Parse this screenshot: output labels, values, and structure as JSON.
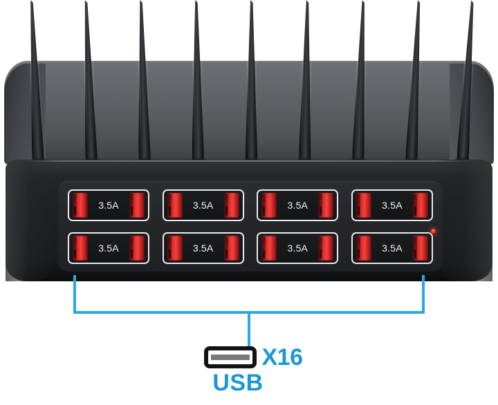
{
  "product": {
    "name": "16-port USB charging station",
    "body_color": "#1d1e20",
    "deck_color": "#5c5e61",
    "accent_blue": "#29a9e0",
    "port_red": "#e8302e",
    "led": {
      "name": "power-led",
      "color": "#f4401a"
    }
  },
  "dock": {
    "fin_count": 9,
    "slot_count": 8,
    "fin_positions": [
      55,
      132,
      209,
      286,
      363,
      440,
      517,
      594,
      668
    ]
  },
  "ports": {
    "rows": [
      {
        "groups": [
          {
            "amp_label": "3.5A",
            "slots": 2
          },
          {
            "amp_label": "3.5A",
            "slots": 2
          },
          {
            "amp_label": "3.5A",
            "slots": 2
          },
          {
            "amp_label": "3.5A",
            "slots": 2
          }
        ]
      },
      {
        "groups": [
          {
            "amp_label": "3.5A",
            "slots": 2
          },
          {
            "amp_label": "3.5A",
            "slots": 2
          },
          {
            "amp_label": "3.5A",
            "slots": 2
          },
          {
            "amp_label": "3.5A",
            "slots": 2
          }
        ]
      }
    ]
  },
  "callout": {
    "count_label": "X16",
    "type_label": "USB",
    "icon": "usb-connector-icon",
    "bracket_color": "#29a9e0"
  }
}
